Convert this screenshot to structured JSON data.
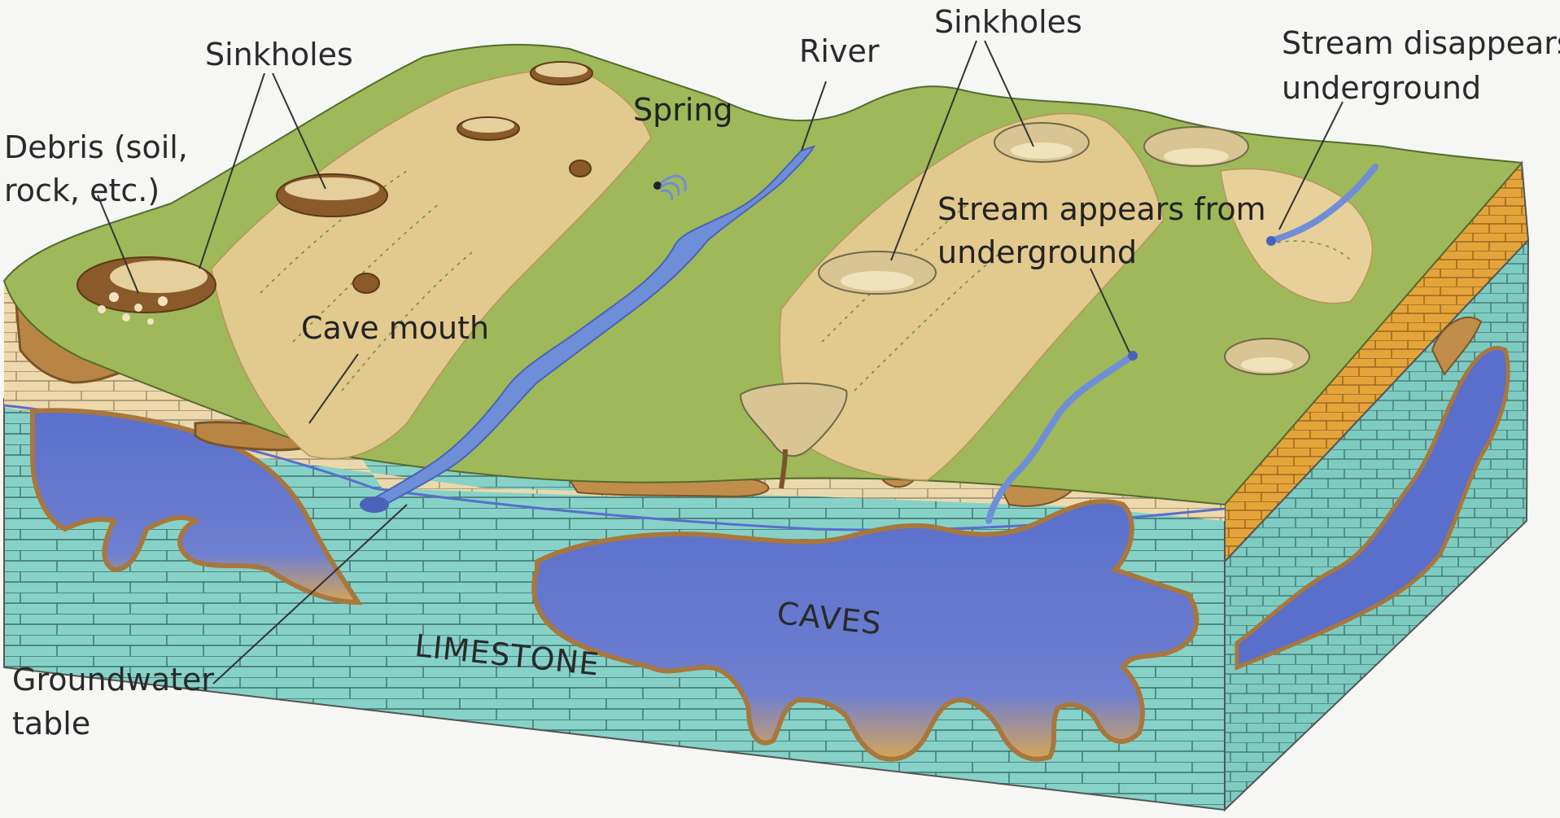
{
  "labels": {
    "sinkholes_left": "Sinkholes",
    "debris_line1": "Debris (soil,",
    "debris_line2": "rock, etc.)",
    "river": "River",
    "spring": "Spring",
    "sinkholes_right": "Sinkholes",
    "stream_disappears_line1": "Stream disappears",
    "stream_disappears_line2": "underground",
    "stream_appears_line1": "Stream appears from",
    "stream_appears_line2": "underground",
    "cave_mouth": "Cave mouth",
    "caves": "CAVES",
    "limestone": "LIMESTONE",
    "groundwater_line1": "Groundwater",
    "groundwater_line2": "table"
  },
  "colors": {
    "grass": "#9fb85a",
    "grass_dark": "#7f9a43",
    "sand": "#e9cf97",
    "limestone_tan": "#efd9ac",
    "limestone_teal": "#8fd3c9",
    "water": "#5f78cf",
    "cave_edge": "#a8773d",
    "side_orange": "#e6a53c",
    "line": "#333333"
  }
}
